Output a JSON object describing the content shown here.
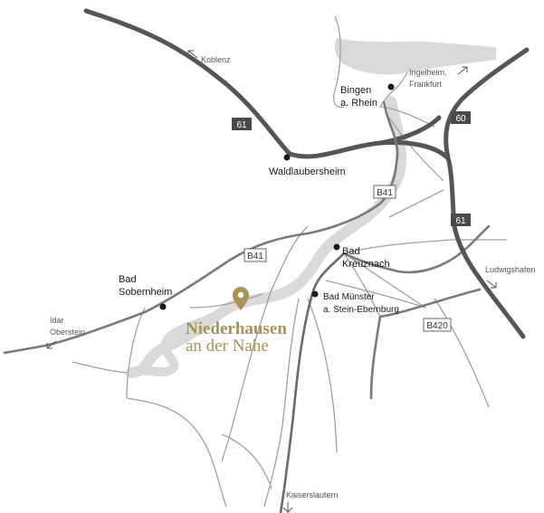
{
  "colors": {
    "autobahn": "#555555",
    "bundesstrasse": "#777777",
    "minor_road": "#9a9a9a",
    "river": "#d9d9d9",
    "accent": "#a89255",
    "shield_dark": "#4a4a4a",
    "label": "#1a1a1a"
  },
  "highlight": {
    "name_line1": "Niederhausen",
    "name_line2": "an der Nahe",
    "marker_icon": "map-pin-icon"
  },
  "places": [
    {
      "id": "bingen",
      "label": "Bingen\na. Rhein"
    },
    {
      "id": "waldlaubersheim",
      "label": "Waldlaubersheim"
    },
    {
      "id": "bad-kreuznach",
      "label": "Bad\nKreuznach"
    },
    {
      "id": "bad-sobernheim",
      "label": "Bad\nSobernheim"
    },
    {
      "id": "bad-muenster",
      "label": "Bad Münster\na. Stein-Ebernburg"
    }
  ],
  "directions": [
    {
      "id": "koblenz",
      "label": "Koblenz",
      "arrow": "arrow-up-left-icon"
    },
    {
      "id": "ingelheim",
      "label": "Ingelheim,\nFrankfurt",
      "arrow": "arrow-up-right-icon"
    },
    {
      "id": "ludwigshafen",
      "label": "Ludwigshafen",
      "arrow": "arrow-down-right-icon"
    },
    {
      "id": "idar",
      "label": "Idar\nOberstein",
      "arrow": "arrow-down-left-icon"
    },
    {
      "id": "kaiserslautern",
      "label": "Kaiserslautern",
      "arrow": "arrow-down-icon"
    }
  ],
  "autobahn_shields": [
    {
      "id": "a61-west",
      "label": "61"
    },
    {
      "id": "a60",
      "label": "60"
    },
    {
      "id": "a61-east",
      "label": "61"
    }
  ],
  "bundesstrasse_shields": [
    {
      "id": "b41-north",
      "label": "B41"
    },
    {
      "id": "b41-west",
      "label": "B41"
    },
    {
      "id": "b420",
      "label": "B420"
    }
  ]
}
